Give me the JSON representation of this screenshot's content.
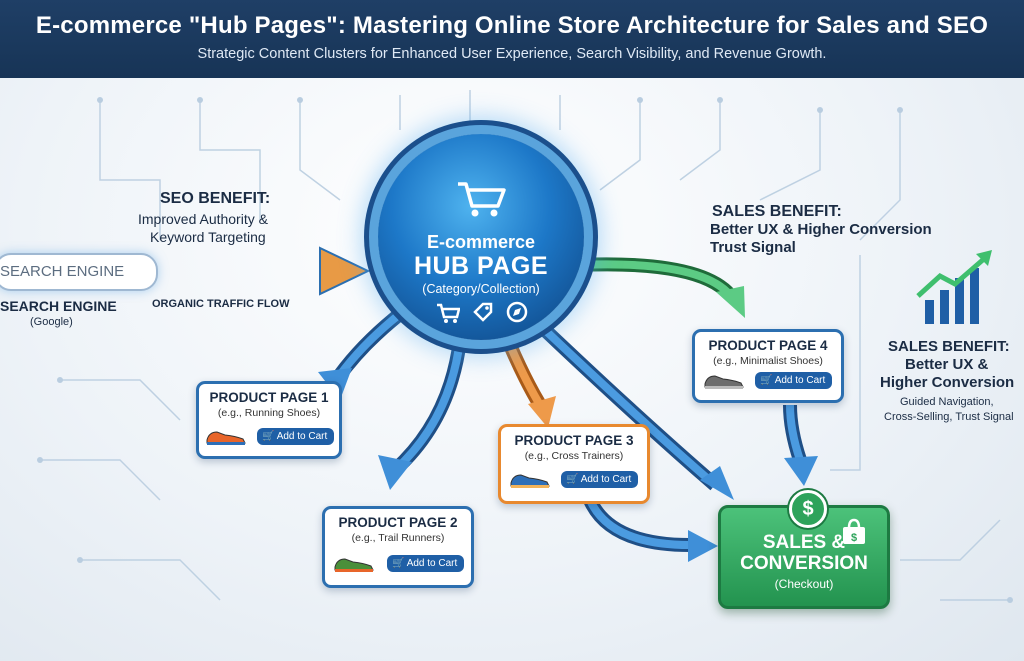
{
  "header": {
    "title": "E-commerce \"Hub Pages\": Mastering Online Store Architecture for Sales and SEO",
    "subtitle": "Strategic Content Clusters for Enhanced User Experience, Search Visibility, and Revenue Growth."
  },
  "search": {
    "field_text": "SEARCH ENGINE",
    "label": "SEARCH ENGINE",
    "sublabel": "(Google)",
    "flow_label": "ORGANIC TRAFFIC FLOW"
  },
  "seo_benefit": {
    "heading": "SEO BENEFIT:",
    "line1": "Improved Authority &",
    "line2": "Keyword Targeting"
  },
  "hub": {
    "line1": "E-commerce",
    "line2": "HUB PAGE",
    "line3": "(Category/Collection)",
    "icons": [
      "shopping-cart-icon",
      "price-tag-icon",
      "compass-icon"
    ]
  },
  "sales_benefit_top": {
    "heading": "SALES BENEFIT:",
    "line1": "Better UX  & Higher Conversion",
    "line2": "Trust  Signal"
  },
  "sales_benefit_side": {
    "line1": "SALES BENEFIT:",
    "line2": "Better UX &",
    "line3": "Higher Conversion",
    "line4": "Guided Navigation,",
    "line5": "Cross-Selling, Trust Signal"
  },
  "products": [
    {
      "title": "PRODUCT PAGE 1",
      "subtitle": "(e.g., Running Shoes)",
      "button": "Add to Cart",
      "shoe_color": "#e8652a"
    },
    {
      "title": "PRODUCT PAGE 2",
      "subtitle": "(e.g., Trail Runners)",
      "button": "Add to Cart",
      "shoe_color": "#4a8f3a"
    },
    {
      "title": "PRODUCT PAGE 3",
      "subtitle": "(e.g., Cross Trainers)",
      "button": "Add to Cart",
      "shoe_color": "#2d6fb8"
    },
    {
      "title": "PRODUCT PAGE 4",
      "subtitle": "(e.g., Minimalist Shoes)",
      "button": "Add to Cart",
      "shoe_color": "#6d6d6d"
    }
  ],
  "sales_conversion": {
    "line1": "SALES &",
    "line2": "CONVERSION",
    "line3": "(Checkout)",
    "icons": [
      "dollar-icon",
      "shopping-bag-icon"
    ]
  },
  "colors": {
    "header_bg": "#1b3a5f",
    "hub_blue": "#1d78c8",
    "arrow_blue": "#2f7cc4",
    "arrow_orange": "#e88a3a",
    "arrow_green": "#4cbf73",
    "card_orange": "#e8892f",
    "sales_green": "#2ea35b"
  }
}
